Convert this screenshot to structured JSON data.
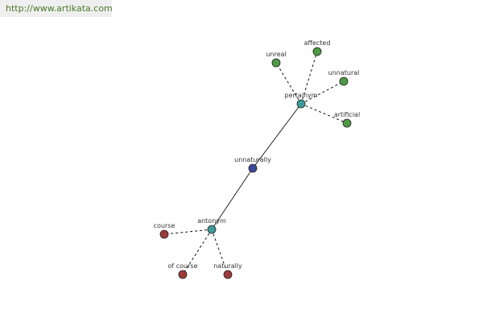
{
  "source": {
    "url_text": "http://www.artikata.com"
  },
  "colors": {
    "center": "#3b4a9c",
    "relation": "#3f9a98",
    "pertainym_word": "#4f9a45",
    "antonym_word": "#9c3a3a"
  },
  "graph": {
    "nodes": [
      {
        "id": "unnaturally",
        "label": "unnaturally",
        "kind": "center"
      },
      {
        "id": "pertainym",
        "label": "pertainym",
        "kind": "relation"
      },
      {
        "id": "antonym",
        "label": "antonym",
        "kind": "relation"
      },
      {
        "id": "unreal",
        "label": "unreal",
        "kind": "pertainym_word"
      },
      {
        "id": "affected",
        "label": "affected",
        "kind": "pertainym_word"
      },
      {
        "id": "unnatural",
        "label": "unnatural",
        "kind": "pertainym_word"
      },
      {
        "id": "artificial",
        "label": "artificial",
        "kind": "pertainym_word"
      },
      {
        "id": "course",
        "label": "course",
        "kind": "antonym_word"
      },
      {
        "id": "of_course",
        "label": "of course",
        "kind": "antonym_word"
      },
      {
        "id": "naturally",
        "label": "naturally",
        "kind": "antonym_word"
      }
    ],
    "edges": [
      {
        "from": "unnaturally",
        "to": "pertainym",
        "style": "solid"
      },
      {
        "from": "unnaturally",
        "to": "antonym",
        "style": "solid"
      },
      {
        "from": "pertainym",
        "to": "unreal",
        "style": "dashed"
      },
      {
        "from": "pertainym",
        "to": "affected",
        "style": "dashed"
      },
      {
        "from": "pertainym",
        "to": "unnatural",
        "style": "dashed"
      },
      {
        "from": "pertainym",
        "to": "artificial",
        "style": "dashed"
      },
      {
        "from": "antonym",
        "to": "course",
        "style": "dashed"
      },
      {
        "from": "antonym",
        "to": "of_course",
        "style": "dashed"
      },
      {
        "from": "antonym",
        "to": "naturally",
        "style": "dashed"
      }
    ]
  }
}
